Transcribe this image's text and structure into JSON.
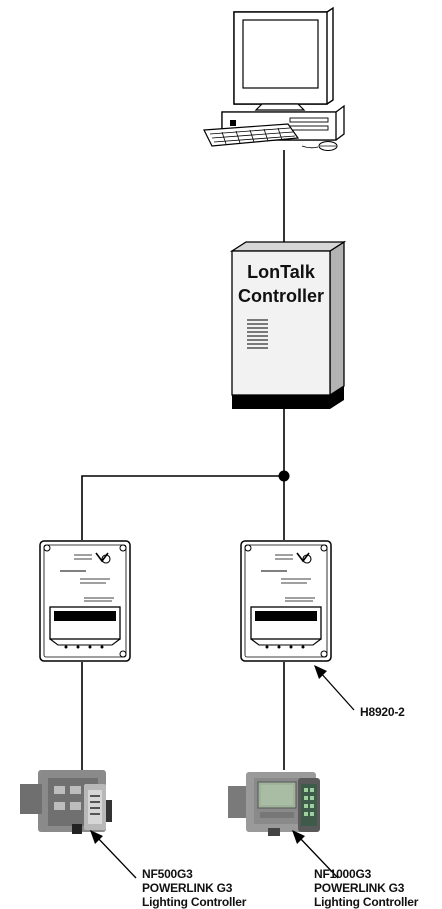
{
  "nodes": {
    "workstation": {
      "icon": "desktop-computer-icon"
    },
    "controller": {
      "line1": "LonTalk",
      "line2": "Controller"
    },
    "gateway_left": {
      "icon": "h8920-gateway-icon"
    },
    "gateway_right": {
      "icon": "h8920-gateway-icon"
    },
    "panel_left": {
      "icon": "nf500g3-panel-icon"
    },
    "panel_right": {
      "icon": "nf1000g3-panel-icon"
    }
  },
  "callouts": {
    "gateway": "H8920-2",
    "left_panel": [
      "NF500G3",
      "POWERLINK G3",
      "Lighting Controller"
    ],
    "right_panel": [
      "NF1000G3",
      "POWERLINK G3",
      "Lighting Controller"
    ]
  },
  "colors": {
    "line": "#000000",
    "cabinet_front": "#f2f2f2",
    "cabinet_side": "#b3b3b3",
    "panel_body": "#6f6f6f",
    "lcd": "#9fb39a"
  }
}
